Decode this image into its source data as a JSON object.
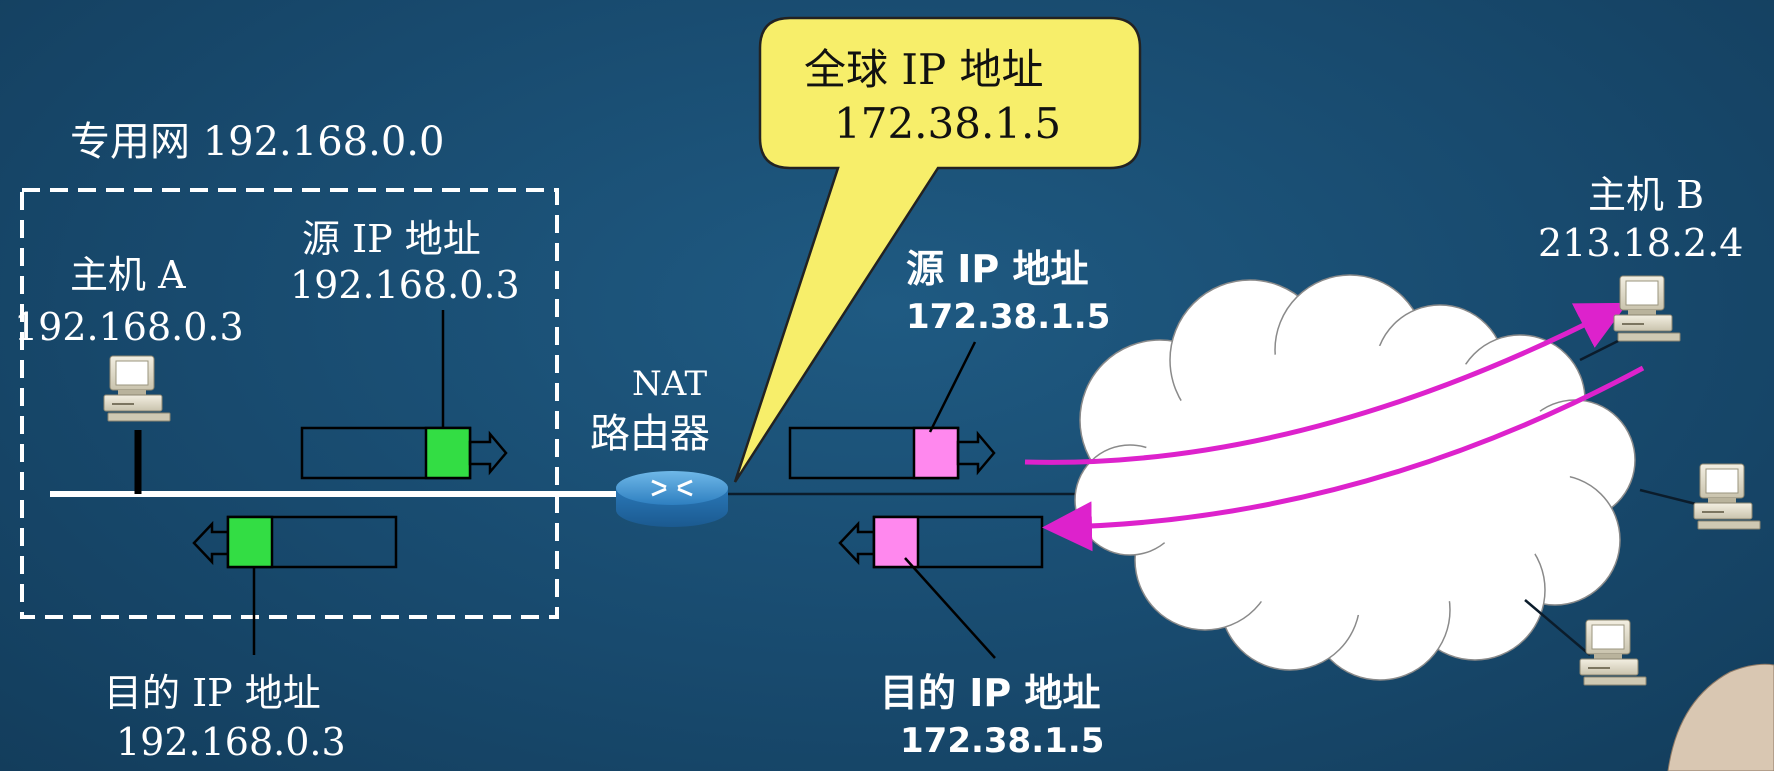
{
  "private_net": {
    "label": "专用网 192.168.0.0"
  },
  "host_a": {
    "name": "主机 A",
    "ip": "192.168.0.3"
  },
  "host_b": {
    "name": "主机 B",
    "ip": "213.18.2.4"
  },
  "router": {
    "line1": "NAT",
    "line2": "路由器"
  },
  "callout": {
    "line1": "全球 IP 地址",
    "line2": "172.38.1.5"
  },
  "packet_labels": {
    "inner_src_title": "源 IP 地址",
    "inner_src_ip": "192.168.0.3",
    "inner_dst_title": "目的 IP 地址",
    "inner_dst_ip": "192.168.0.3",
    "outer_src_title": "源 IP 地址",
    "outer_src_ip": "172.38.1.5",
    "outer_dst_title": "目的 IP 地址",
    "outer_dst_ip": "172.38.1.5"
  },
  "colors": {
    "background": "#184a6e",
    "inner_marker": "#33dd44",
    "outer_marker": "#ff88ee",
    "flow_arrow": "#dd22cc",
    "callout_fill": "#f7ee6a"
  }
}
